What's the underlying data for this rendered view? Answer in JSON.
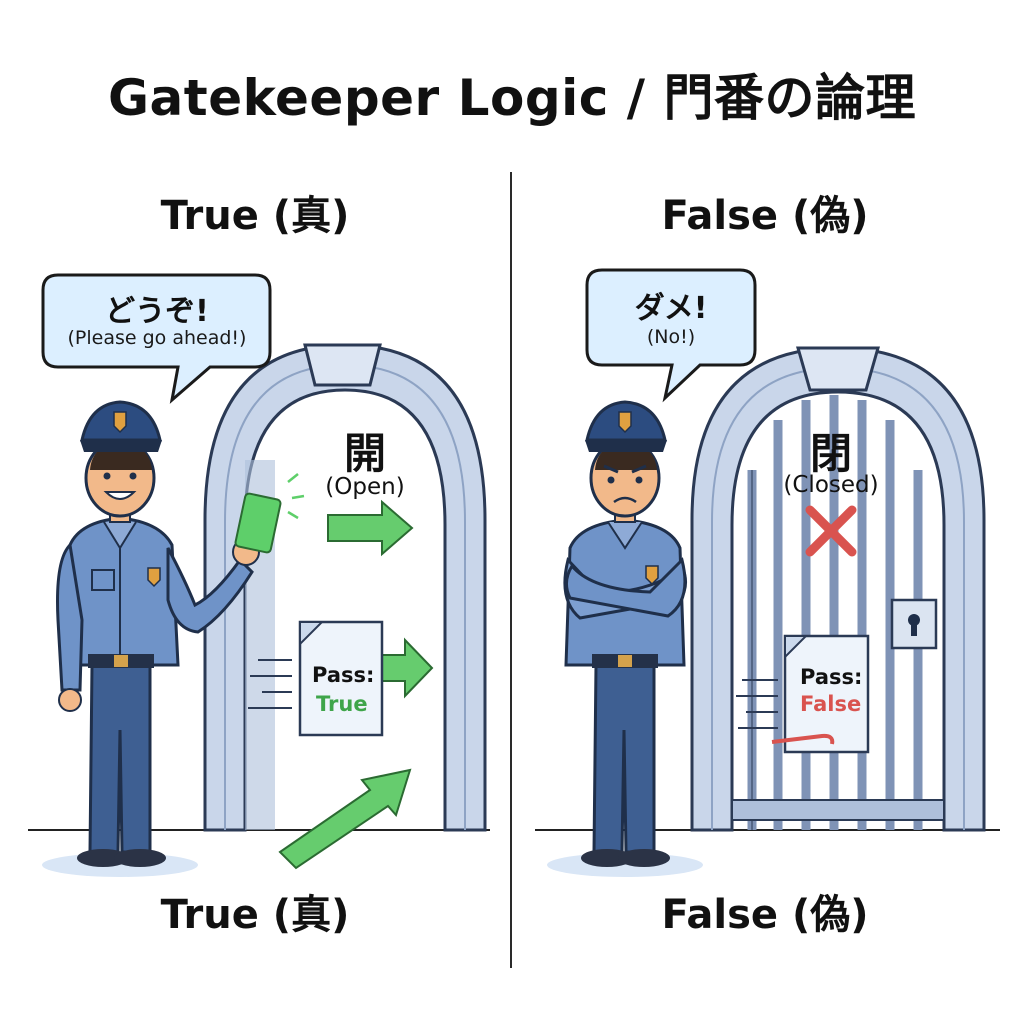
{
  "title": "Gatekeeper Logic / 門番の論理",
  "left": {
    "heading_top": "True (真)",
    "heading_bottom": "True (真)",
    "speech_main": "どうぞ!",
    "speech_sub": "(Please go ahead!)",
    "gate_state_kanji": "開",
    "gate_state_label": "(Open)",
    "pass_label": "Pass:",
    "pass_value": "True"
  },
  "right": {
    "heading_top": "False (偽)",
    "heading_bottom": "False (偽)",
    "speech_main": "ダメ!",
    "speech_sub": "(No!)",
    "gate_state_kanji": "閉",
    "gate_state_label": "(Closed)",
    "pass_label": "Pass:",
    "pass_value": "False"
  },
  "colors": {
    "true_green": "#4fbf5a",
    "false_red": "#d9534f",
    "uniform_blue": "#6f93c8",
    "pants_blue": "#3e5f92",
    "gate_steel": "#c7d3e6",
    "bubble_fill": "#dcefff"
  },
  "icons": {
    "left_guard": "smiling-guard-icon",
    "right_guard": "frowning-guard-icon",
    "card": "green-card-icon",
    "lock": "padlock-icon",
    "cross": "red-x-icon"
  }
}
